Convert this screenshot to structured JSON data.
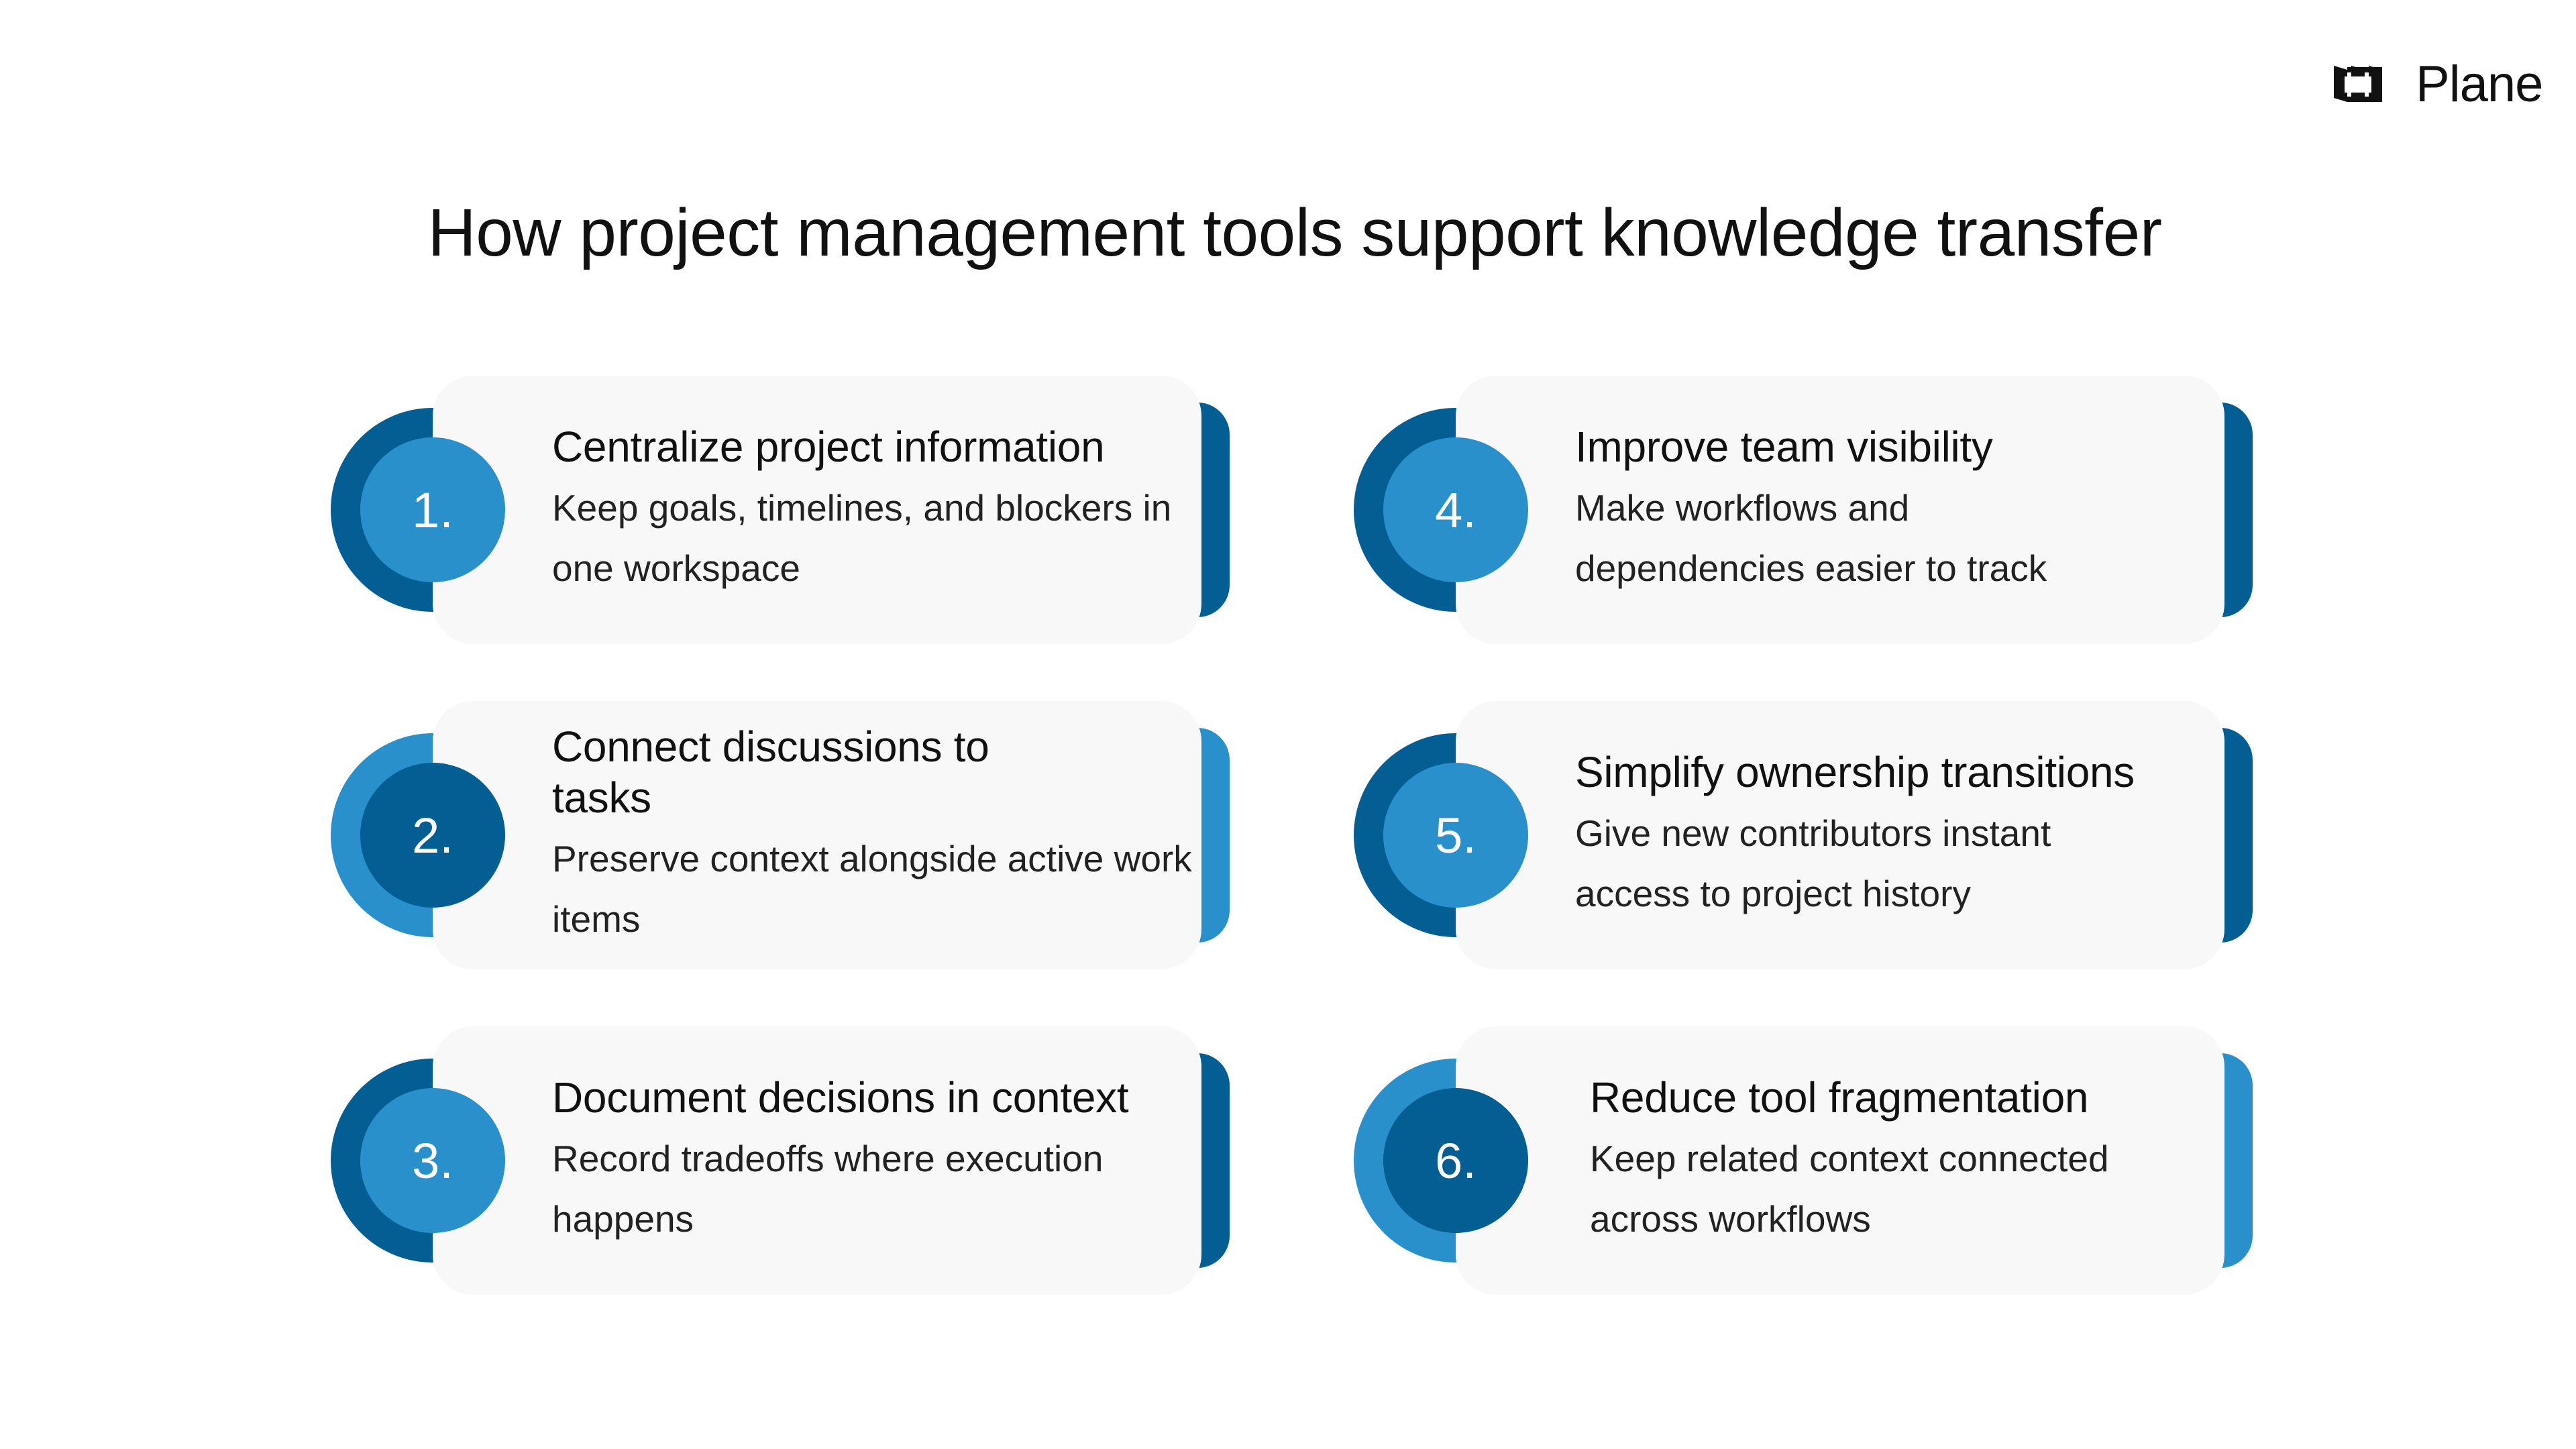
{
  "brand": {
    "name": "Plane",
    "icon": "plane-logo-icon"
  },
  "title": "How project management tools support knowledge transfer",
  "colors": {
    "dark_blue": "#035e94",
    "light_blue": "#2a90cc",
    "card_bg": "#f8f8f8"
  },
  "cards": [
    {
      "number": "1.",
      "heading": "Centralize project information",
      "description": "Keep goals, timelines, and blockers in one workspace",
      "scheme": "dark-outer"
    },
    {
      "number": "2.",
      "heading": "Connect discussions to tasks",
      "description": "Preserve context alongside active work items",
      "scheme": "light-outer"
    },
    {
      "number": "3.",
      "heading": "Document decisions in context",
      "description": "Record tradeoffs where execution happens",
      "scheme": "dark-outer"
    },
    {
      "number": "4.",
      "heading": "Improve team visibility",
      "description": "Make workflows and dependencies easier to track",
      "scheme": "dark-outer"
    },
    {
      "number": "5.",
      "heading": "Simplify ownership transitions",
      "description": "Give new contributors instant access to project history",
      "scheme": "dark-outer"
    },
    {
      "number": "6.",
      "heading": "Reduce tool fragmentation",
      "description": "Keep related context connected across workflows",
      "scheme": "light-outer"
    }
  ]
}
